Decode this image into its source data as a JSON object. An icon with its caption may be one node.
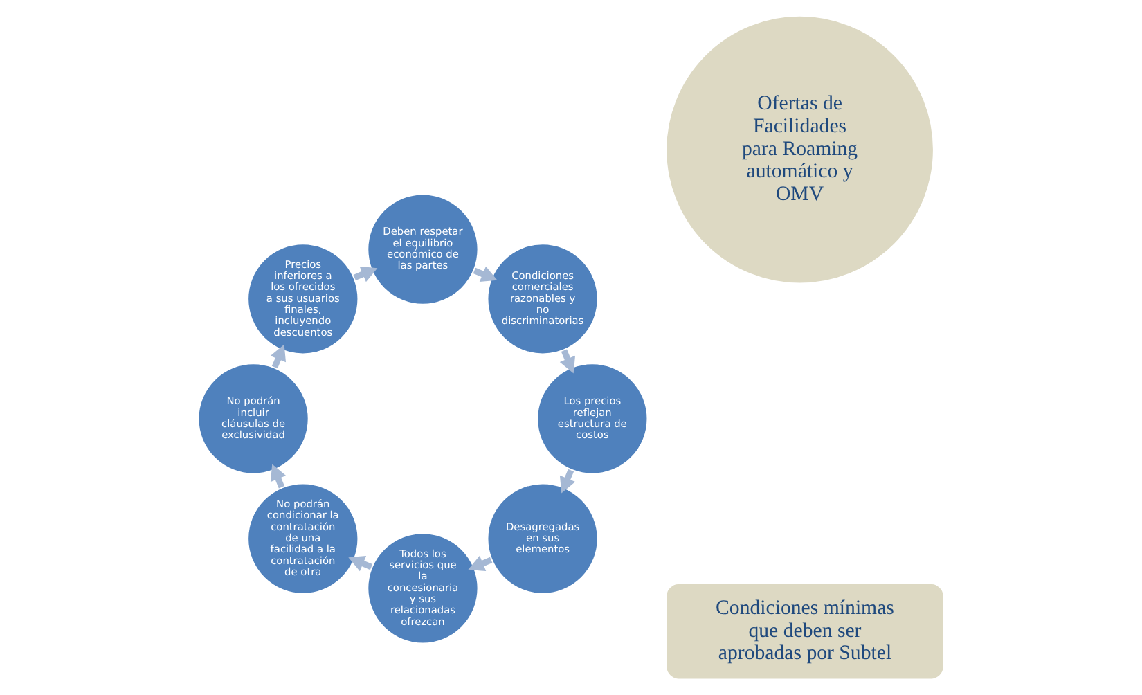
{
  "diagram": {
    "nodes": [
      {
        "text": [
          "Ofertas de Facilidades para Roaming automático y OMV"
        ]
      },
      {
        "text": [
          "Desagregadas en sus elementos"
        ]
      },
      {
        "text": [
          "Todos los servicios que la concesionaria y sus relacionadas ofrezcan"
        ]
      },
      {
        "text": [
          "No podrán condicionar la contratación de una facilidad a la contratación de otra"
        ]
      },
      {
        "text": [
          "No podrán incluir cláusulas de exclusividad"
        ]
      },
      {
        "text": [
          "Precios inferiores a los ofrecidos a sus usuarios finales, incluyendo descuentos"
        ]
      },
      {
        "text": [
          "Deben respetar el equilibrio económico de las partes"
        ]
      },
      {
        "text": [
          "Condiciones comerciales razonables y no discriminatorias"
        ]
      },
      {
        "text": [
          "Los precios reflejan estructura de costos"
        ]
      },
      {
        "text": [
          "Condiciones mínimas que deben ser aprobadas por Subtel"
        ]
      }
    ],
    "edges": [
      {
        "from": 1,
        "to": 2,
        "arrow": "to"
      },
      {
        "from": 2,
        "to": 3,
        "arrow": "to"
      },
      {
        "from": 3,
        "to": 4,
        "arrow": "to"
      },
      {
        "from": 4,
        "to": 5,
        "arrow": "to"
      },
      {
        "from": 5,
        "to": 6,
        "arrow": "to"
      },
      {
        "from": 6,
        "to": 7,
        "arrow": "to"
      },
      {
        "from": 7,
        "to": 8,
        "arrow": "to"
      },
      {
        "from": 8,
        "to": 1,
        "arrow": "to"
      }
    ]
  }
}
